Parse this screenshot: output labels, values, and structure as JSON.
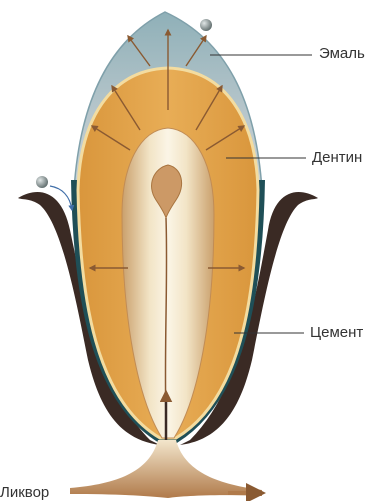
{
  "labels": {
    "enamel": "Эмаль",
    "dentin": "Дентин",
    "cement": "Цемент",
    "liquor": "Ликвор"
  },
  "colors": {
    "enamel": "#a9bcc4",
    "enamel_edge": "#7fa0aa",
    "dentin": "#e2a54a",
    "dentin_edge": "#f3dca0",
    "pulp": "#f4ead2",
    "pulp_shade": "#d2a56f",
    "cement_line": "#1f4f57",
    "gum": "#3a2a24",
    "arrow": "#8a5a32",
    "liquor_flow": "#b07a4a",
    "leader_line": "#333333",
    "bead": "#7d8c8c"
  },
  "icons": [
    "arrow-up-icon",
    "arrow-right-icon",
    "droplet-icon",
    "bead-icon"
  ]
}
